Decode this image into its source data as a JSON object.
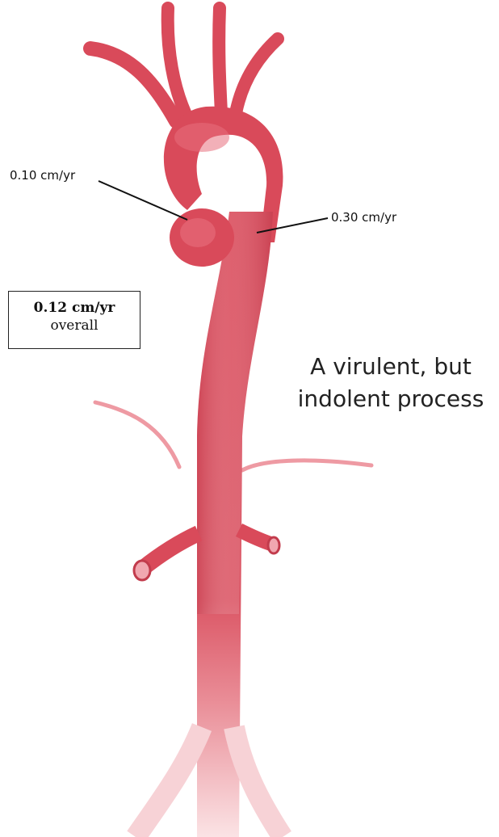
{
  "labels": {
    "rate_left": "0.10 cm/yr",
    "rate_right": "0.30 cm/yr",
    "overall_value": "0.12 cm/yr",
    "overall_text": "overall"
  },
  "caption": {
    "line1": "A virulent, but",
    "line2": "indolent process"
  },
  "colors": {
    "vessel": "#d94a5a",
    "vessel_light": "#f2c4c8",
    "branch": "#e07784"
  }
}
